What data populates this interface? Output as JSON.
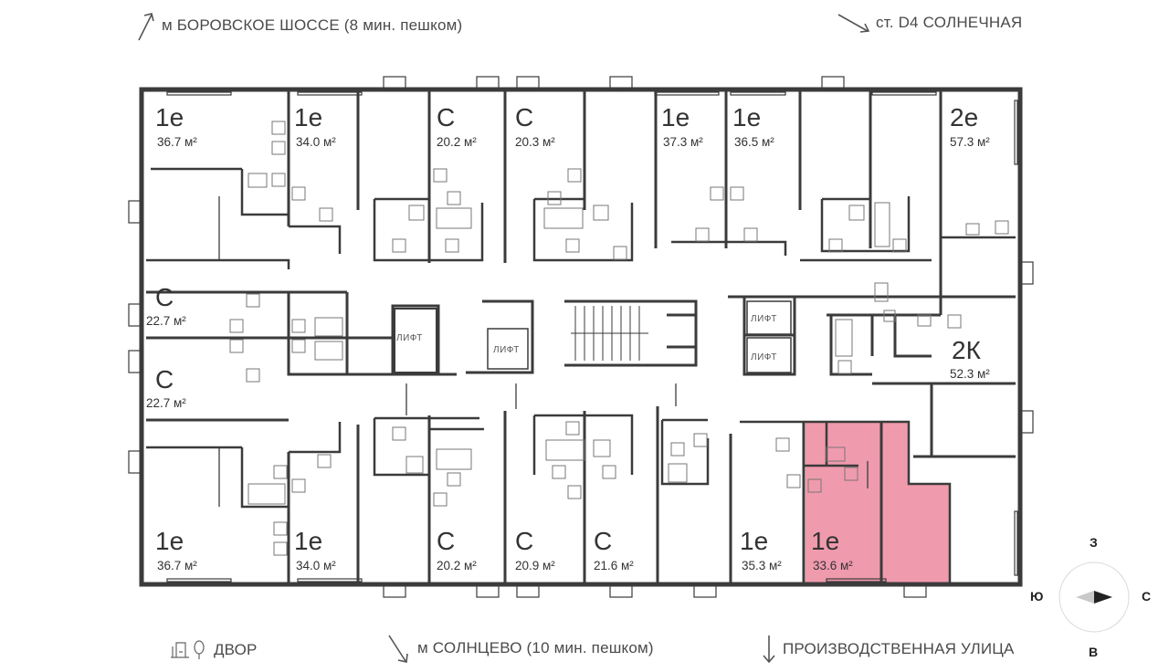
{
  "directions": {
    "top_left": "м БОРОВСКОЕ ШОССЕ (8 мин. пешком)",
    "top_right": "ст. D4 СОЛНЕЧНАЯ",
    "bottom_left": "ДВОР",
    "bottom_center": "м СОЛНЦЕВО (10 мин. пешком)",
    "bottom_right": "ПРОИЗВОДСТВЕННАЯ УЛИЦА"
  },
  "compass": {
    "north": "З",
    "east": "С",
    "south": "В",
    "west": "Ю"
  },
  "lift_label": "ЛИФТ",
  "highlight_color": "#ee8fa4",
  "wall_color": "#3b3b3b",
  "apartments": [
    {
      "id": "a1",
      "type": "1е",
      "area": "36.7 м²"
    },
    {
      "id": "a2",
      "type": "1е",
      "area": "34.0 м²"
    },
    {
      "id": "a3",
      "type": "С",
      "area": "20.2 м²"
    },
    {
      "id": "a4",
      "type": "С",
      "area": "20.3 м²"
    },
    {
      "id": "a5",
      "type": "1е",
      "area": "37.3 м²"
    },
    {
      "id": "a6",
      "type": "1е",
      "area": "36.5 м²"
    },
    {
      "id": "a7",
      "type": "2е",
      "area": "57.3 м²"
    },
    {
      "id": "a8",
      "type": "С",
      "area": "22.7 м²"
    },
    {
      "id": "a9",
      "type": "С",
      "area": "22.7 м²"
    },
    {
      "id": "a10",
      "type": "2К",
      "area": "52.3 м²"
    },
    {
      "id": "a11",
      "type": "1е",
      "area": "36.7 м²"
    },
    {
      "id": "a12",
      "type": "1е",
      "area": "34.0 м²"
    },
    {
      "id": "a13",
      "type": "С",
      "area": "20.2 м²"
    },
    {
      "id": "a14",
      "type": "С",
      "area": "20.9 м²"
    },
    {
      "id": "a15",
      "type": "С",
      "area": "21.6 м²"
    },
    {
      "id": "a16",
      "type": "1е",
      "area": "35.3 м²"
    },
    {
      "id": "a17",
      "type": "1е",
      "area": "33.6 м²",
      "highlighted": true
    }
  ]
}
